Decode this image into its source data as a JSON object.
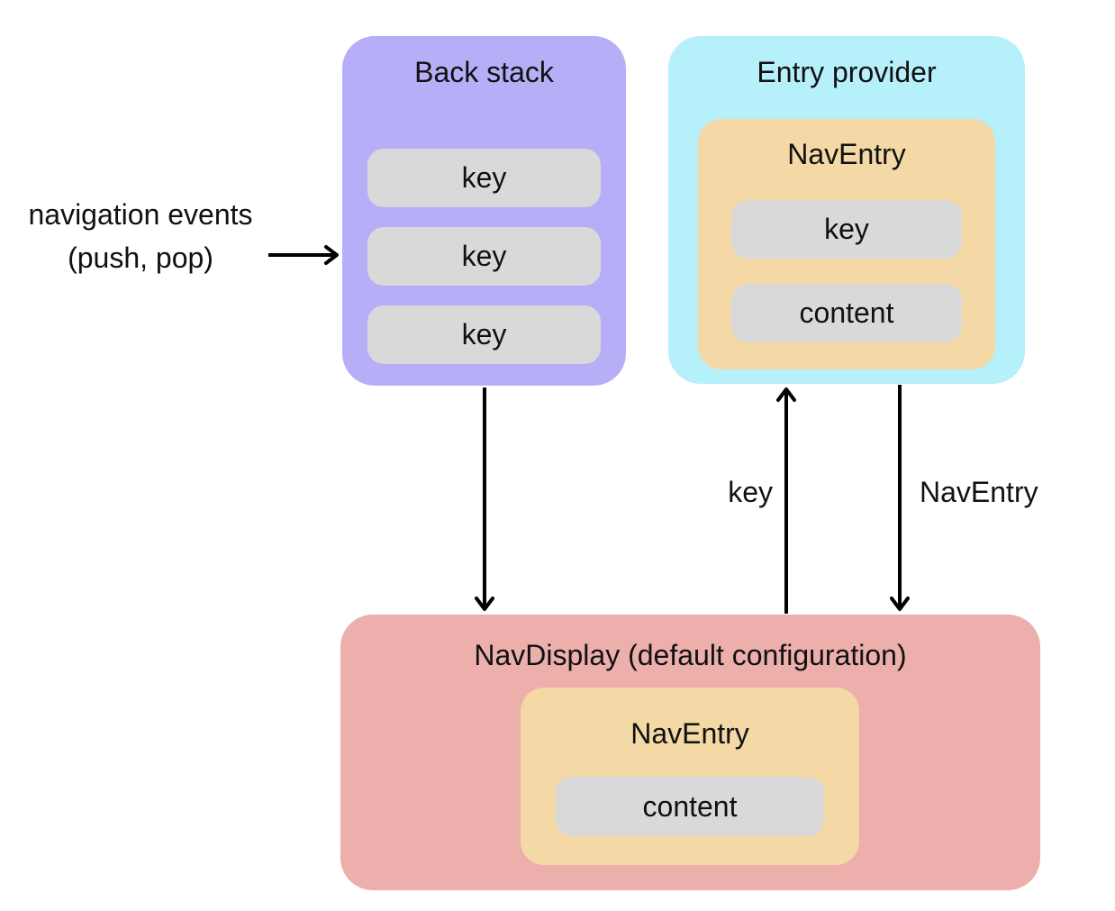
{
  "colors": {
    "background": "#ffffff",
    "back_stack": "#b7aef8",
    "entry_provider": "#b6f0fb",
    "nav_entry": "#f4d8a5",
    "pill": "#d9d9d9",
    "nav_display": "#ecafac",
    "arrow": "#000000",
    "text": "#111111"
  },
  "external_label": {
    "line1": "navigation events",
    "line2": "(push, pop)"
  },
  "back_stack": {
    "title": "Back stack",
    "keys": [
      "key",
      "key",
      "key"
    ]
  },
  "entry_provider": {
    "title": "Entry provider",
    "nav_entry": {
      "title": "NavEntry",
      "key": "key",
      "content": "content"
    }
  },
  "arrow_labels": {
    "key": "key",
    "nav_entry": "NavEntry"
  },
  "nav_display": {
    "title": "NavDisplay (default configuration)",
    "nav_entry": {
      "title": "NavEntry",
      "content": "content"
    }
  }
}
